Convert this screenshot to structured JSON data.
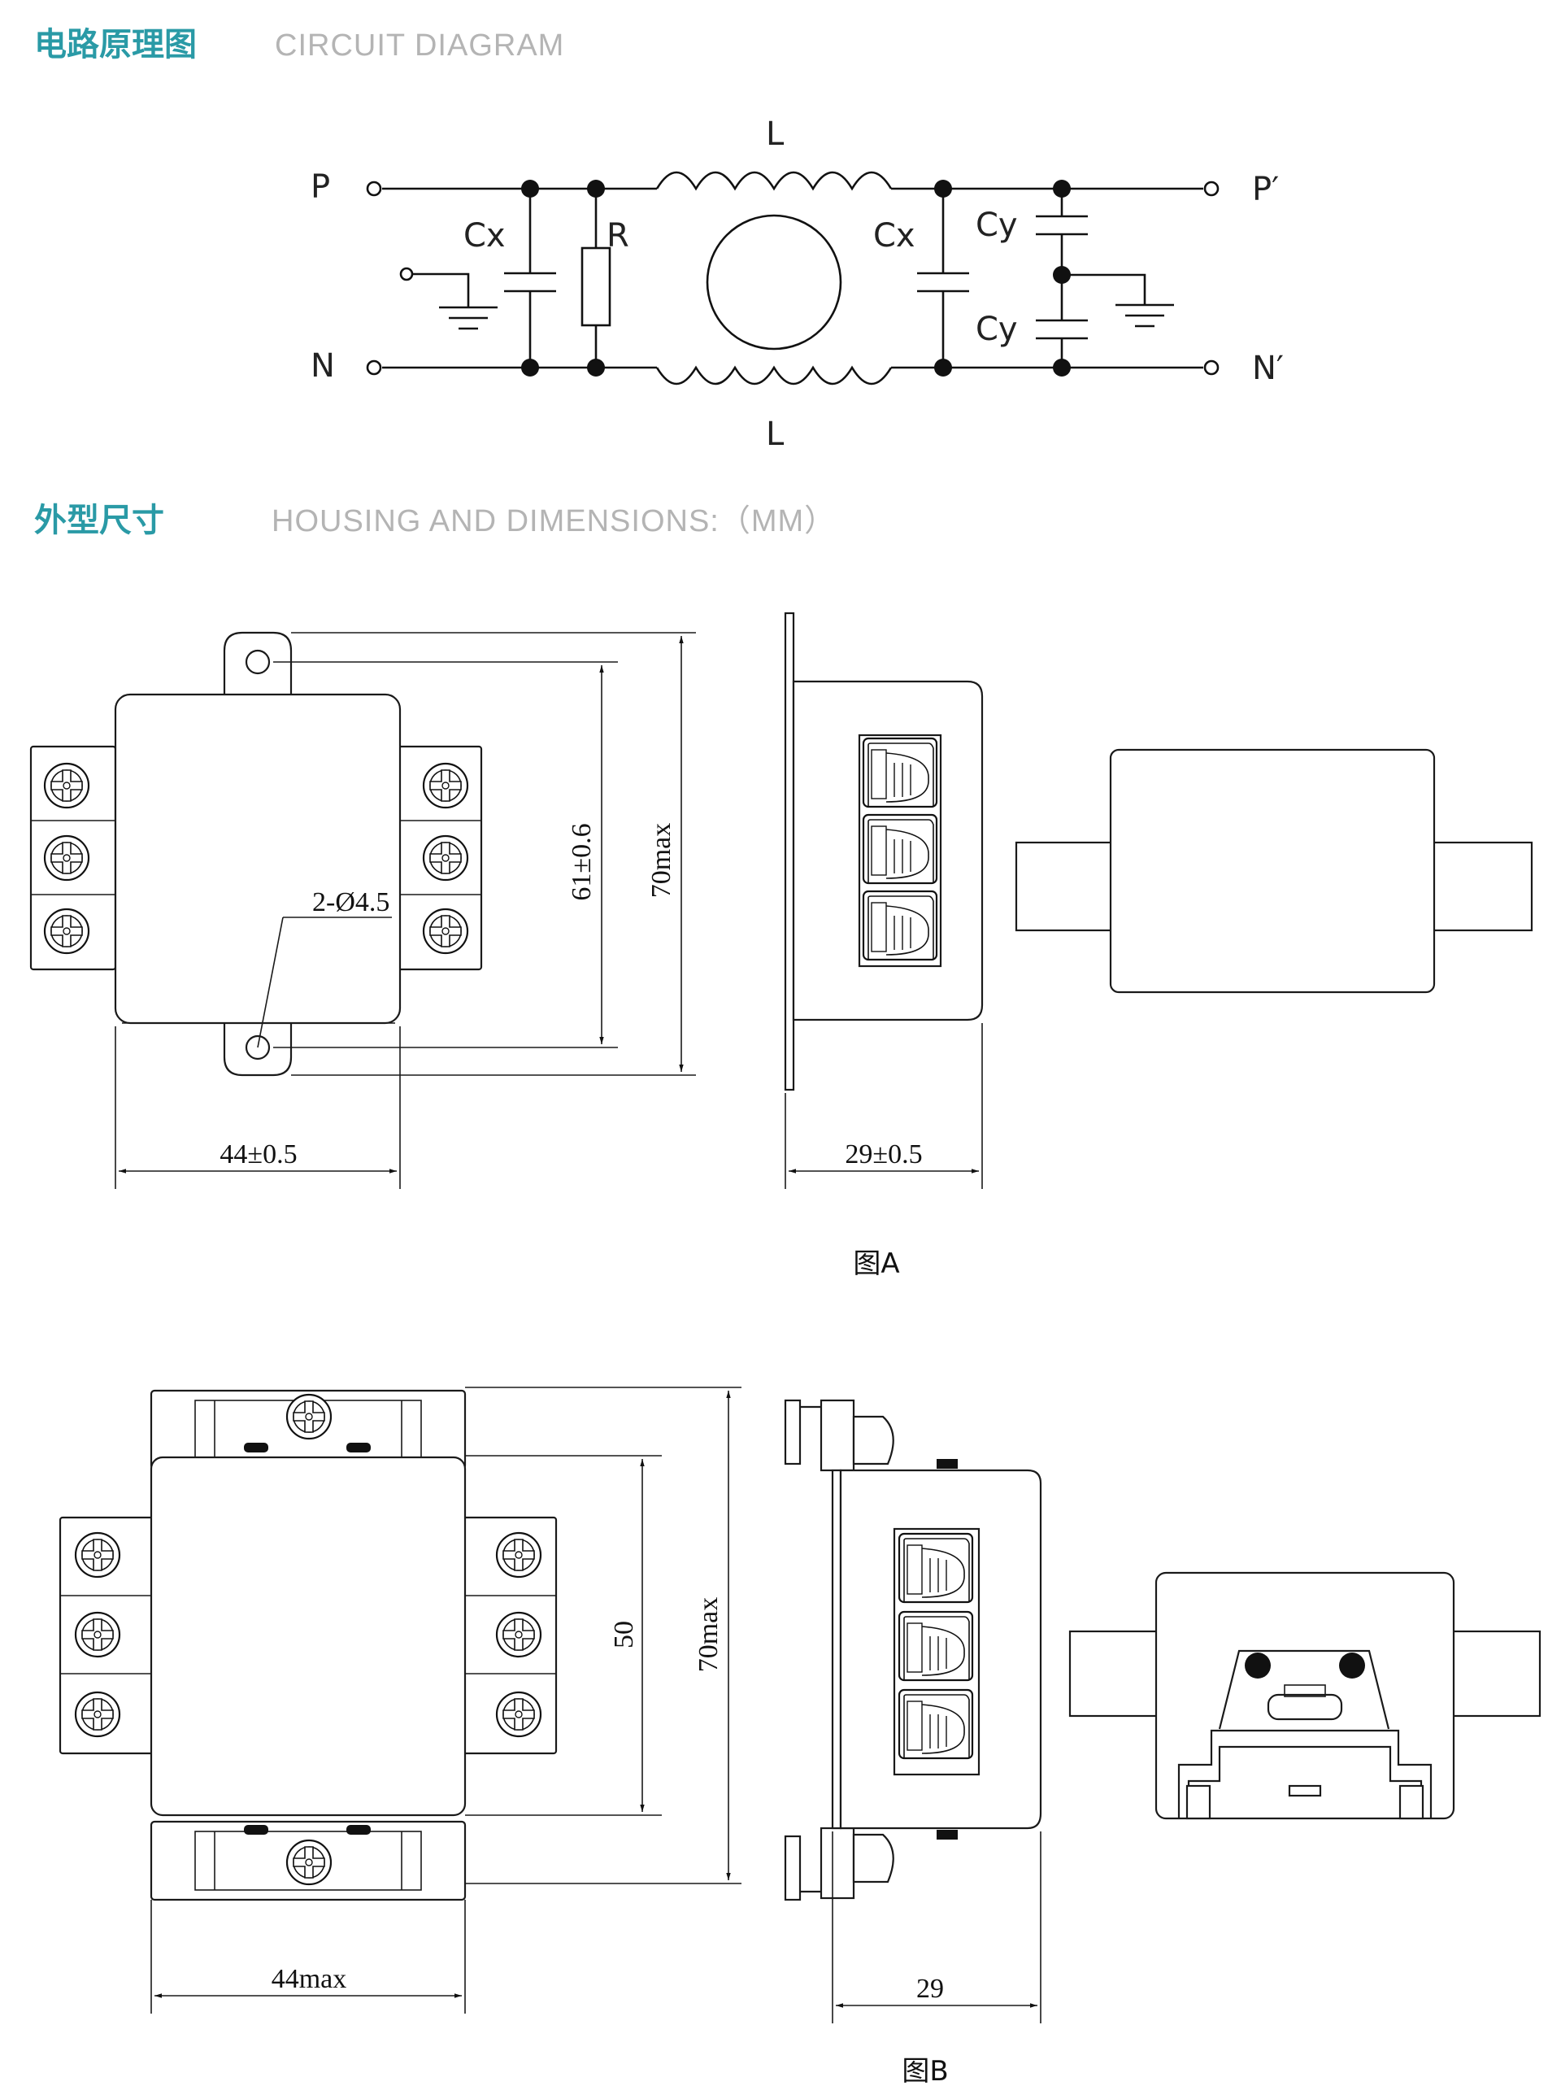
{
  "sections": {
    "circuit": {
      "title_cn": "电路原理图",
      "title_en": "CIRCUIT DIAGRAM"
    },
    "housing": {
      "title_cn": "外型尺寸",
      "title_en": "HOUSING AND DIMENSIONS:（MM）"
    }
  },
  "circuit_labels": {
    "p": "P",
    "n": "N",
    "p_out": "P′",
    "n_out": "N′",
    "l_top": "L",
    "l_bottom": "L",
    "cx_left": "Cx",
    "cx_right": "Cx",
    "r": "R",
    "cy_top": "Cy",
    "cy_bottom": "Cy"
  },
  "figure_a": {
    "caption": "图A",
    "hole_label": "2-Ø4.5",
    "dim_hole_pitch": "61±0.6",
    "dim_height": "70max",
    "dim_width": "44±0.5",
    "dim_depth": "29±0.5"
  },
  "figure_b": {
    "caption": "图B",
    "dim_body_height": "50",
    "dim_height": "70max",
    "dim_width": "44max",
    "dim_depth": "29"
  }
}
